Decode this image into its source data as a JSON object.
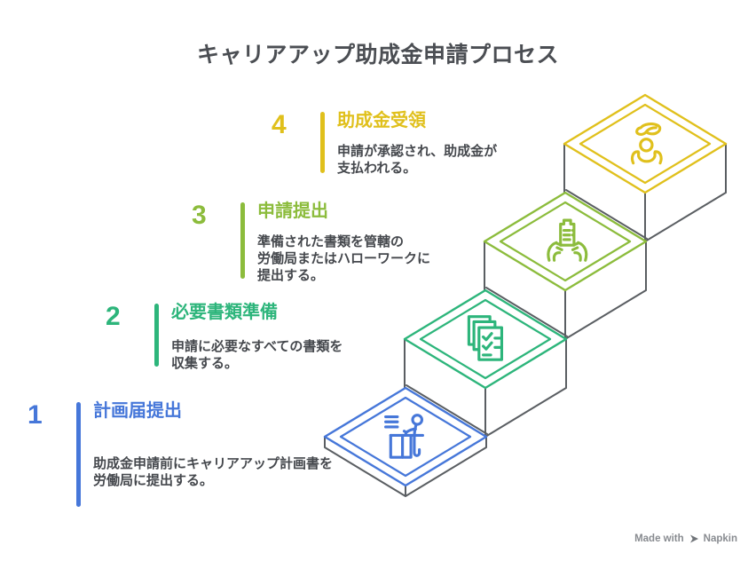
{
  "title": "キャリアアップ助成金申請プロセス",
  "structure_color": "#5a5e62",
  "steps": [
    {
      "number": "1",
      "title": "計画届提出",
      "description": "助成金申請前にキャリアアップ計画書を\n労働局に提出する。",
      "color": "#4677d9",
      "icon": "person-at-counter-icon"
    },
    {
      "number": "2",
      "title": "必要書類準備",
      "description": "申請に必要なすべての書類を\n収集する。",
      "color": "#2db57b",
      "icon": "checklist-documents-icon"
    },
    {
      "number": "3",
      "title": "申請提出",
      "description": "準備された書類を管轄の\n労働局またはハローワークに\n提出する。",
      "color": "#8cbc3c",
      "icon": "hands-holding-document-icon"
    },
    {
      "number": "4",
      "title": "助成金受領",
      "description": "申請が承認され、助成金が\n支払われる。",
      "color": "#e0c01c",
      "icon": "hand-giving-coin-icon"
    }
  ],
  "watermark": {
    "prefix": "Made with",
    "brand": "Napkin"
  }
}
